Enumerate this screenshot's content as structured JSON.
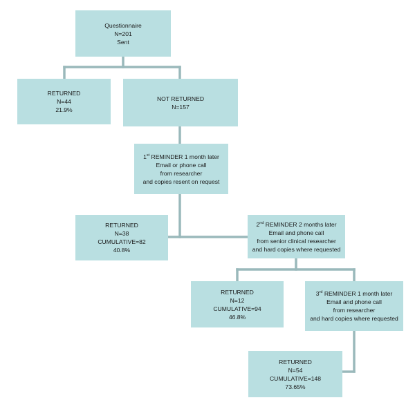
{
  "nodes": {
    "questionnaire": {
      "lines": [
        "Questionnaire",
        "N=201",
        "Sent"
      ]
    },
    "returned_1": {
      "lines": [
        "RETURNED",
        "N=44",
        "21.9%"
      ]
    },
    "not_returned": {
      "lines": [
        "NOT RETURNED",
        "N=157"
      ]
    },
    "reminder_1": {
      "ordinal": "1",
      "ordinal_suffix": "st",
      "title_rest": " REMINDER 1 month later",
      "lines": [
        "Email or phone call",
        "from researcher",
        "and copies resent on request"
      ]
    },
    "returned_2": {
      "lines": [
        "RETURNED",
        "N=38",
        "CUMULATIVE=82",
        "40.8%"
      ]
    },
    "reminder_2": {
      "ordinal": "2",
      "ordinal_suffix": "nd",
      "title_rest": " REMINDER 2 months later",
      "lines": [
        "Email and phone call",
        "from senior clinical researcher",
        "and hard copies where requested"
      ]
    },
    "returned_3": {
      "lines": [
        "RETURNED",
        "N=12",
        "CUMULATIVE=94",
        "46.8%"
      ]
    },
    "reminder_3": {
      "ordinal": "3",
      "ordinal_suffix": "rd",
      "title_rest": " REMINDER 1 month later",
      "lines": [
        "Email and phone call",
        "from researcher",
        "and hard copies where requested"
      ]
    },
    "returned_4": {
      "lines": [
        "RETURNED",
        "N=54",
        "CUMULATIVE=148",
        "73.65%"
      ]
    }
  },
  "colors": {
    "box_fill": "#b9dfe1",
    "connector": "#9ab9bb",
    "text": "#1a1a1a"
  }
}
